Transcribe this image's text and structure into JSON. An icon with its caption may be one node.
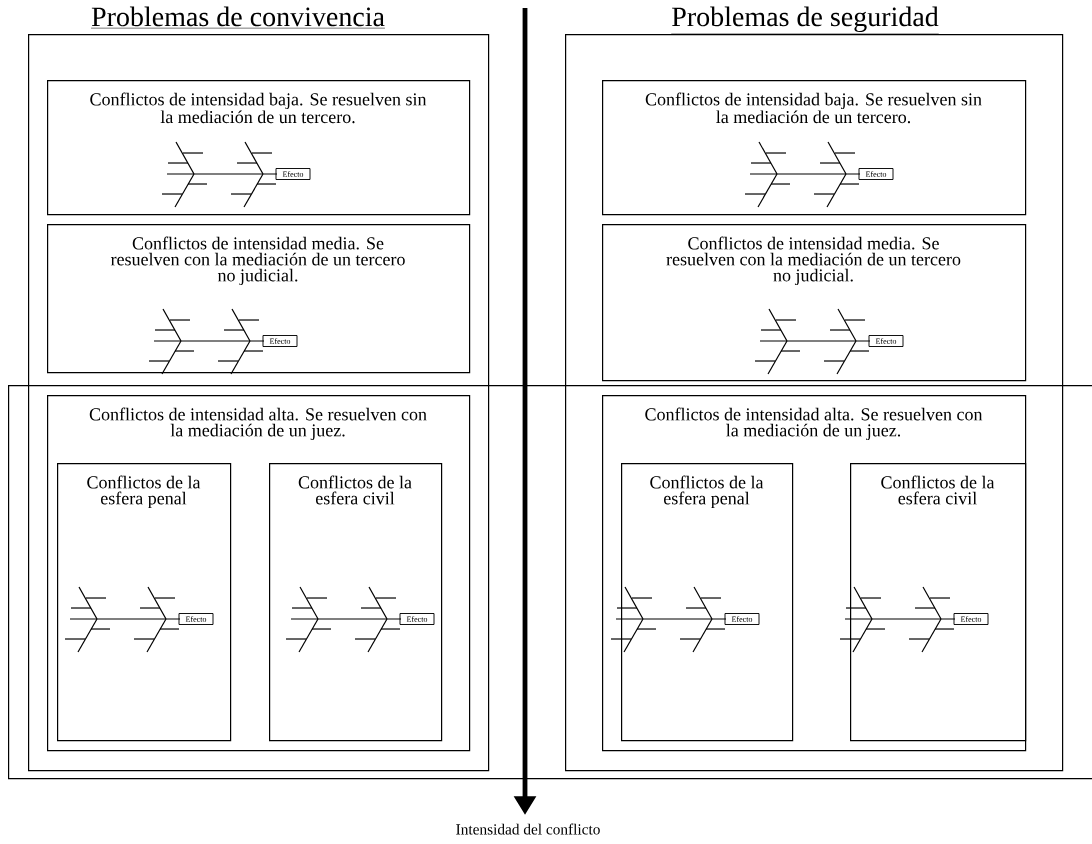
{
  "diagram": {
    "nodes": [
      {
        "text": [
          "Problemas de convivencia"
        ]
      },
      {
        "text": [
          "Conflictos de intensidad baja. Se resuelven sin la mediación de un tercero."
        ],
        "in": 0
      },
      {
        "text": [
          "Efecto"
        ],
        "in": 1
      },
      {
        "text": [
          "Conflictos de intensidad media. Se resuelven con la mediación de un tercero no judicial."
        ],
        "in": 0
      },
      {
        "text": [
          "Efecto"
        ],
        "in": 3
      },
      {
        "text": [
          "Conflictos de intensidad alta. Se resuelven con la mediación de un juez."
        ]
      },
      {
        "text": [
          "Conflictos de la esfera penal"
        ],
        "in": 5
      },
      {
        "text": [
          "Efecto"
        ],
        "in": 6
      },
      {
        "text": [
          "Conflictos de la esfera civil"
        ],
        "in": 5
      },
      {
        "text": [
          "Efecto"
        ],
        "in": 8
      },
      {
        "text": [
          "Problemas de seguridad"
        ]
      },
      {
        "text": [
          "Conflictos de intensidad baja. Se resuelven sin la mediación de un tercero."
        ],
        "in": 10
      },
      {
        "text": [
          "Efecto"
        ],
        "in": 11
      },
      {
        "text": [
          "Conflictos de intensidad media. Se resuelven con la mediación de un tercero no judicial."
        ],
        "in": 10
      },
      {
        "text": [
          "Efecto"
        ],
        "in": 13
      },
      {
        "text": [
          "Conflictos de intensidad alta. Se resuelven con la mediación de un juez."
        ]
      },
      {
        "text": [
          "Conflictos de la esfera penal"
        ],
        "in": 15
      },
      {
        "text": [
          "Efecto"
        ],
        "in": 16
      },
      {
        "text": [
          "Conflictos de la esfera civil"
        ],
        "in": 15
      },
      {
        "text": [
          "Efecto"
        ],
        "in": 18
      },
      {
        "text": [],
        "shape": "box"
      }
    ],
    "labels": [
      "Intensidad del conflicto"
    ]
  }
}
